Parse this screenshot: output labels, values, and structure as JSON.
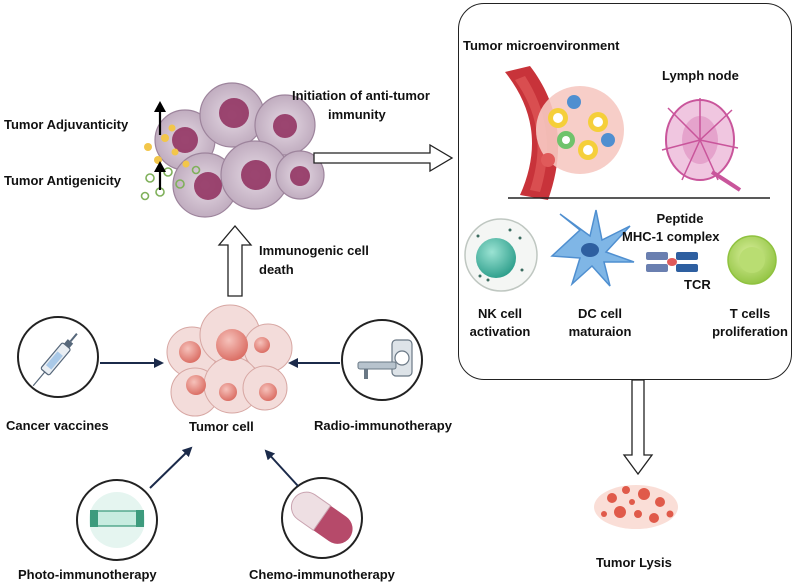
{
  "left": {
    "adjuvanticity": "Tumor Adjuvanticity",
    "antigenicity": "Tumor Antigenicity",
    "immunogenic_death": [
      "Immunogenic cell",
      "death"
    ],
    "tumor_cell": "Tumor cell",
    "initiation": [
      "Initiation of anti-tumor",
      "immunity"
    ]
  },
  "therapies": {
    "vaccines": "Cancer vaccines",
    "radio": "Radio-immunotherapy",
    "photo": "Photo-immunotherapy",
    "chemo": "Chemo-immunotherapy"
  },
  "panel": {
    "microenvironment": "Tumor microenvironment",
    "lymph_node": "Lymph node",
    "peptide": [
      "Peptide",
      "MHC-1 complex"
    ],
    "tcr": "TCR",
    "nk": [
      "NK cell",
      "activation"
    ],
    "dc": [
      "DC cell",
      "maturaion"
    ],
    "tcells": [
      "T cells",
      "proliferation"
    ]
  },
  "outcome": "Tumor Lysis",
  "colors": {
    "dying_cell": "#c9b7c8",
    "nucleus": "#8e2b5c",
    "tumor_cell": "#e2a19a",
    "vessel": "#c8333a",
    "lymph": "#c9559b",
    "nk": "#3fb8a5",
    "dc": "#4f8fd0",
    "tcell": "#a8d159",
    "lysis": "#e05a4a"
  }
}
